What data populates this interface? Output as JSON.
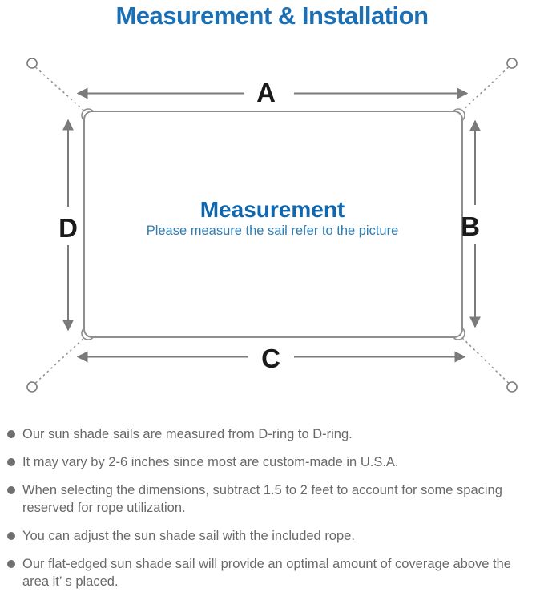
{
  "header": {
    "title": "Measurement & Installation"
  },
  "diagram": {
    "labels": {
      "a": "A",
      "b": "B",
      "c": "C",
      "d": "D"
    },
    "center_title": "Measurement",
    "center_subtitle": "Please measure the sail refer to the picture",
    "colors": {
      "title_blue": "#1a6fb5",
      "center_title_blue": "#1167ad",
      "center_subtitle_blue": "#2e7db3",
      "line_gray": "#8e8e8e",
      "arrow_gray": "#7a7a7a",
      "label_black": "#1a1a1a",
      "note_gray": "#696969",
      "dot_gray": "#6f6f6f"
    }
  },
  "notes": {
    "items": [
      {
        "text": "Our sun shade sails are measured from D-ring to D-ring."
      },
      {
        "text": "It may vary by 2-6 inches since most are custom-made in U.S.A."
      },
      {
        "text": "When selecting the dimensions, subtract 1.5 to 2 feet to account for some spacing reserved for rope utilization."
      },
      {
        "text": "You can adjust the sun shade sail with the included rope."
      },
      {
        "text": "Our flat-edged sun shade sail will provide an optimal amount of coverage above the area it’ s placed."
      }
    ]
  }
}
